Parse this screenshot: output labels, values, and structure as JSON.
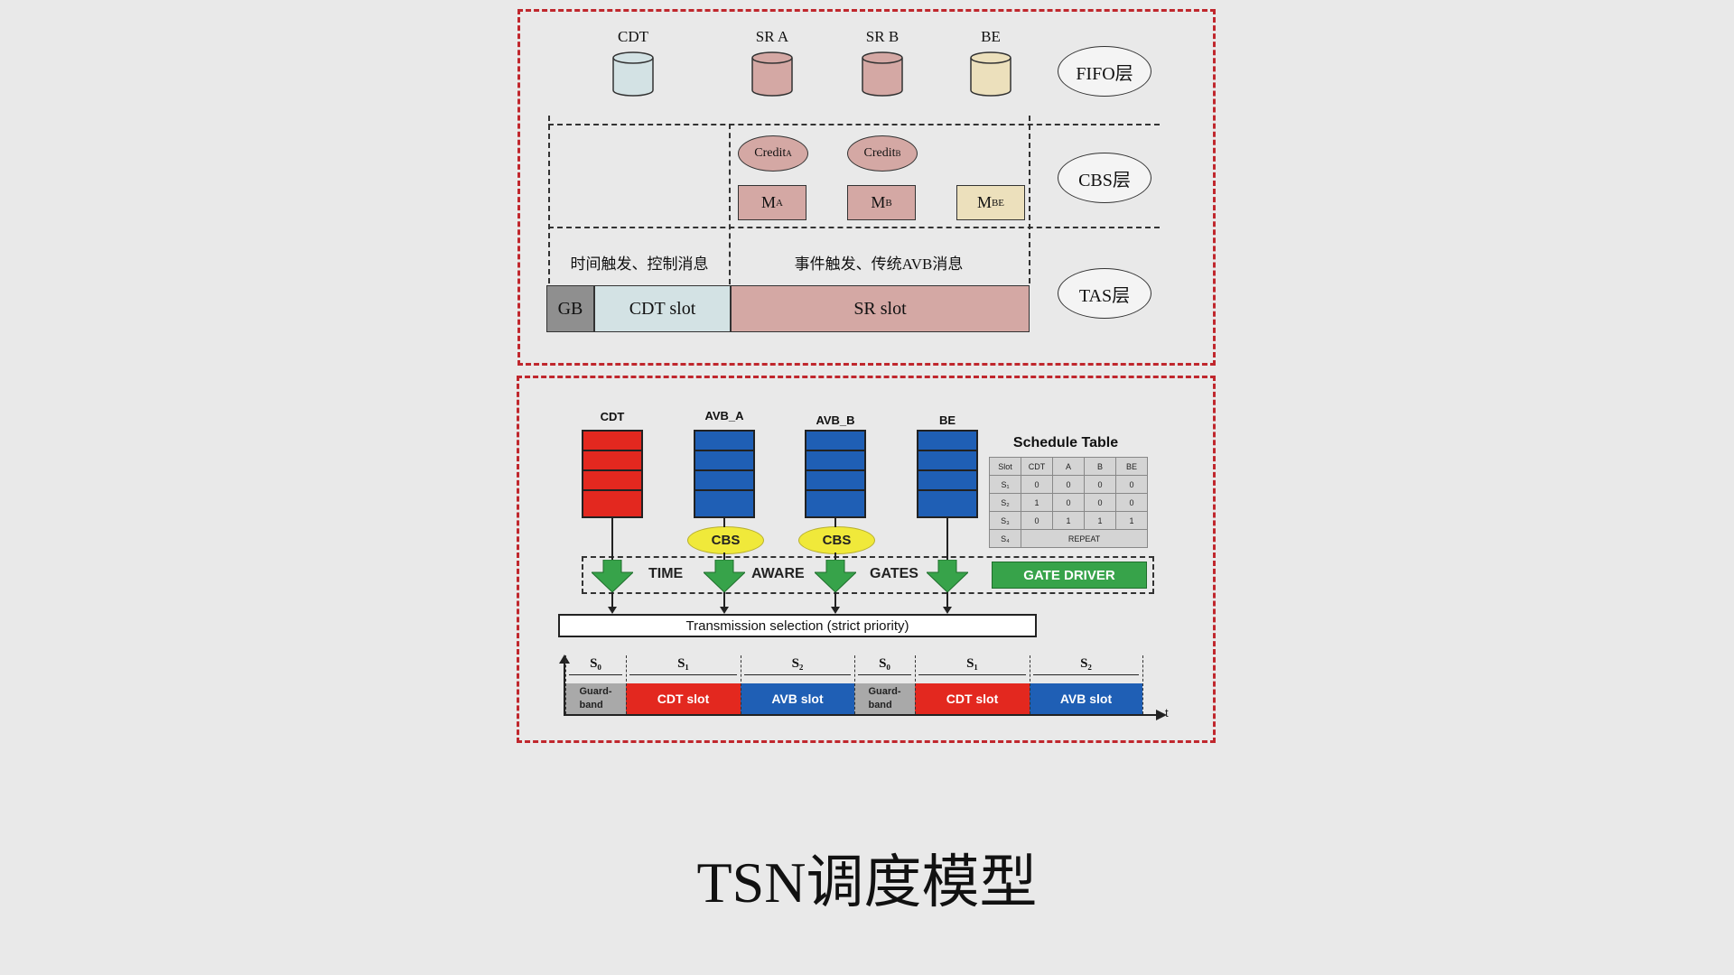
{
  "caption": "TSN调度模型",
  "top": {
    "queues": [
      {
        "label": "CDT",
        "color": "#d3e2e4"
      },
      {
        "label": "SR A",
        "color": "#d4a8a4"
      },
      {
        "label": "SR B",
        "color": "#d4a8a4"
      },
      {
        "label": "BE",
        "color": "#ece0bc"
      }
    ],
    "layers": [
      "FIFO层",
      "CBS层",
      "TAS层"
    ],
    "credits": [
      "Credit",
      "Credit"
    ],
    "credit_subs": [
      "A",
      "B"
    ],
    "shapers": [
      "M",
      "M",
      "M"
    ],
    "shaper_subs": [
      "A",
      "B",
      "BE"
    ],
    "msg_time": "时间触发、控制消息",
    "msg_event": "事件触发、传统AVB消息",
    "slots": {
      "gb": "GB",
      "cdt": "CDT slot",
      "sr": "SR slot"
    }
  },
  "bottom": {
    "queues": [
      {
        "label": "CDT",
        "color": "#e3281f"
      },
      {
        "label": "AVB_A",
        "color": "#1f5fb5"
      },
      {
        "label": "AVB_B",
        "color": "#1f5fb5"
      },
      {
        "label": "BE",
        "color": "#1f5fb5"
      }
    ],
    "cbs": [
      "CBS",
      "CBS"
    ],
    "gates_words": [
      "TIME",
      "AWARE",
      "GATES"
    ],
    "gate_driver": "GATE DRIVER",
    "transmission": "Transmission selection (strict priority)",
    "table": {
      "title": "Schedule Table",
      "header": [
        "Slot",
        "CDT",
        "A",
        "B",
        "BE"
      ],
      "rows": [
        [
          "S₁",
          "0",
          "0",
          "0",
          "0"
        ],
        [
          "S₂",
          "1",
          "0",
          "0",
          "0"
        ],
        [
          "S₃",
          "0",
          "1",
          "1",
          "1"
        ]
      ],
      "last_row": [
        "S₄",
        "REPEAT"
      ]
    },
    "timeline": {
      "slot_labels": [
        "S₀",
        "S₁",
        "S₂",
        "S₀",
        "S₁",
        "S₂"
      ],
      "segments": [
        {
          "label": "Guard-\nband",
          "color": "#a9a9a9"
        },
        {
          "label": "CDT slot",
          "color": "#e3281f"
        },
        {
          "label": "AVB slot",
          "color": "#1f5fb5"
        },
        {
          "label": "Guard-\nband",
          "color": "#a9a9a9"
        },
        {
          "label": "CDT slot",
          "color": "#e3281f"
        },
        {
          "label": "AVB slot",
          "color": "#1f5fb5"
        }
      ],
      "axis_label": "t"
    },
    "colors": {
      "green": "#37a34a",
      "yellow": "#f0e93a"
    }
  }
}
